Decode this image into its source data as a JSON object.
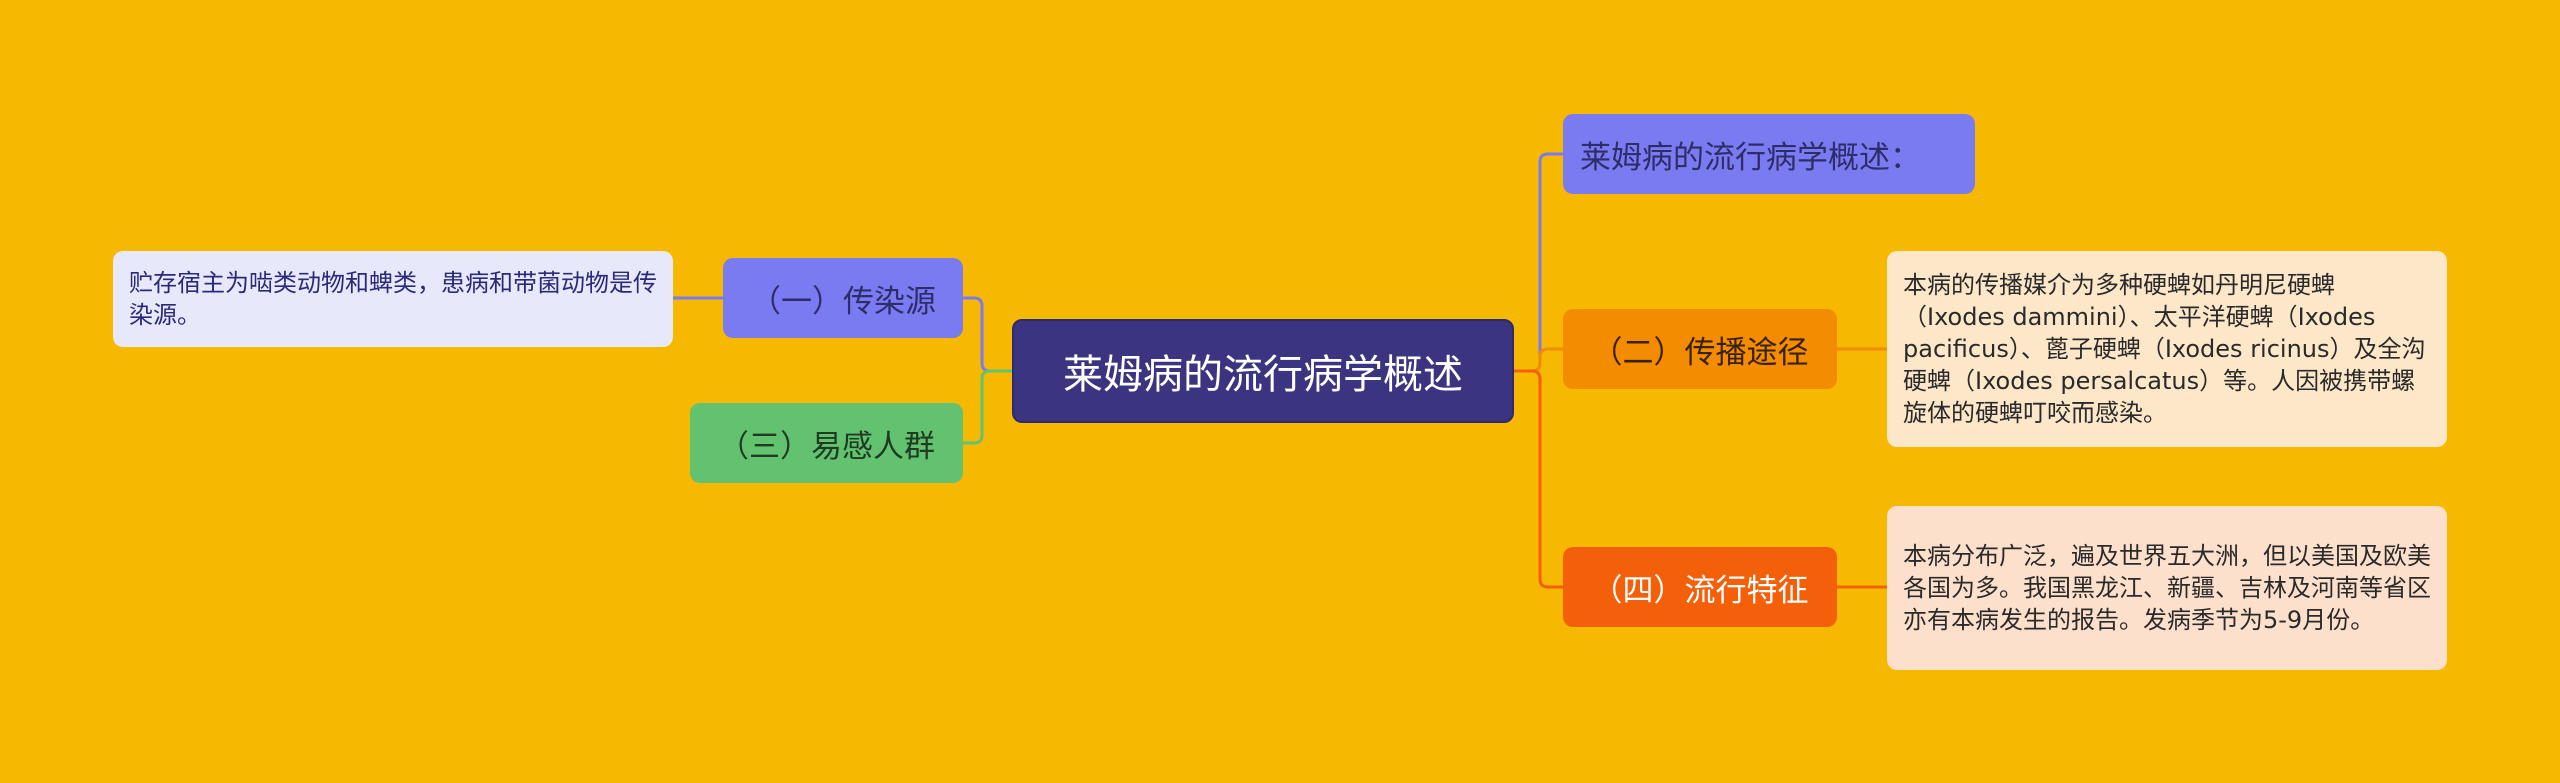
{
  "colors": {
    "background": "#f6b800",
    "root": "#3b3581",
    "transmission_source": "#7a7bf0",
    "susceptible_population": "#63c270",
    "overview": "#7a7bf0",
    "transmission_route": "#f38c00",
    "epidemic_features": "#f4600a"
  },
  "mindmap": {
    "root": "莱姆病的流行病学概述",
    "branches": {
      "overview": "莱姆病的流行病学概述：",
      "source": {
        "label": "（一）传染源",
        "detail": "贮存宿主为啮类动物和蜱类，患病和带菌动物是传染源。"
      },
      "route": {
        "label": "（二）传播途径",
        "detail": "本病的传播媒介为多种硬蜱如丹明尼硬蜱（Ixodes dammini）、太平洋硬蜱（Ixodes pacificus）、蓖子硬蜱（Ixodes ricinus）及全沟硬蜱（Ixodes persalcatus）等。人因被携带螺旋体的硬蜱叮咬而感染。"
      },
      "population": {
        "label": "（三）易感人群"
      },
      "features": {
        "label": "（四）流行特征",
        "detail": "本病分布广泛，遍及世界五大洲，但以美国及欧美各国为多。我国黑龙江、新疆、吉林及河南等省区亦有本病发生的报告。发病季节为5-9月份。"
      }
    }
  }
}
